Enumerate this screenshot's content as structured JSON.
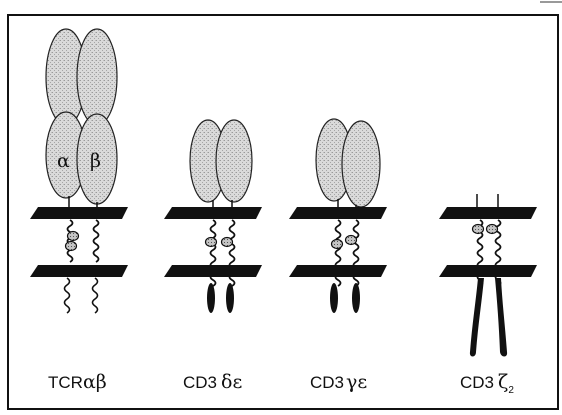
{
  "figure": {
    "chain_labels": {
      "alpha": "α",
      "beta": "β"
    },
    "complexes": [
      {
        "id": "tcr",
        "prefix": "TCR",
        "greek": "αβ",
        "sub": ""
      },
      {
        "id": "cd3-de",
        "prefix": "CD3",
        "greek": "δε",
        "sub": ""
      },
      {
        "id": "cd3-ge",
        "prefix": "CD3",
        "greek": "γε",
        "sub": ""
      },
      {
        "id": "cd3-zz",
        "prefix": "CD3",
        "greek": "ζ",
        "sub": "2"
      }
    ]
  }
}
